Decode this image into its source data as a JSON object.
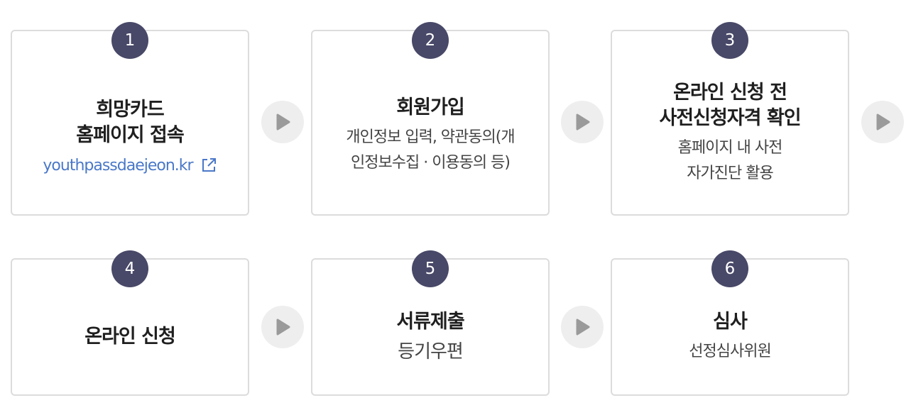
{
  "steps": [
    {
      "number": "1",
      "title": [
        "희망카드",
        "홈페이지 접속"
      ],
      "link": "youthpassdaejeon.kr",
      "link_icon": "external-link-icon"
    },
    {
      "number": "2",
      "title": [
        "회원가입"
      ],
      "desc": [
        "개인정보 입력, 약관동의(개",
        "인정보수집 · 이용동의 등)"
      ]
    },
    {
      "number": "3",
      "title": [
        "온라인 신청 전",
        "사전신청자격 확인"
      ],
      "desc": [
        "홈페이지 내 사전",
        "자가진단 활용"
      ]
    },
    {
      "number": "4",
      "title": [
        "온라인 신청"
      ]
    },
    {
      "number": "5",
      "title": [
        "서류제출"
      ],
      "desc": [
        "등기우편"
      ]
    },
    {
      "number": "6",
      "title": [
        "심사"
      ],
      "desc": [
        "선정심사위원"
      ]
    }
  ],
  "colors": {
    "badge": "#484868",
    "link": "#4a78c8",
    "arrow_bg": "#eeeeee",
    "arrow_fg": "#9a9a9a"
  },
  "arrow_icon": "play-arrow-icon"
}
